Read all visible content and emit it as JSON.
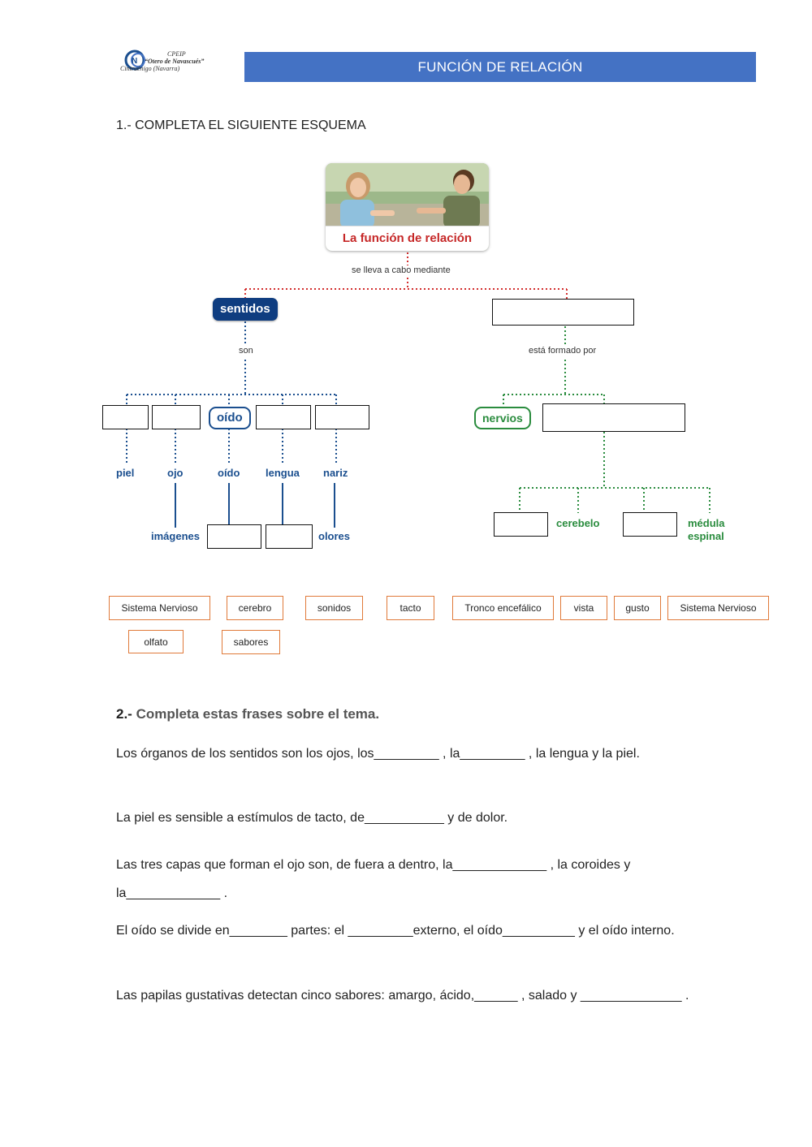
{
  "header": {
    "school_line1": "CPEIP",
    "school_line2": "“Otero de Navascués”",
    "school_line3": "Cintruénigo (Navarra)",
    "title": "FUNCIÓN DE RELACIÓN"
  },
  "section1": {
    "title": "1.- COMPLETA EL SIGUIENTE ESQUEMA",
    "diagram": {
      "root": "La función de relación",
      "root_connector": "se lleva a cabo mediante",
      "left_node": "sentidos",
      "left_connector": "son",
      "left_child_filled": "oído",
      "left_leaves": [
        "piel",
        "ojo",
        "oído",
        "lengua",
        "nariz"
      ],
      "left_results": [
        "imágenes",
        "olores"
      ],
      "right_connector": "está formado por",
      "right_child_filled": "nervios",
      "right_leaves": [
        "cerebelo",
        "médula espinal"
      ]
    },
    "word_bank": [
      "Sistema Nervioso",
      "cerebro",
      "sonidos",
      "tacto",
      "Tronco encefálico",
      "vista",
      "gusto",
      "Sistema Nervioso",
      "olfato",
      "sabores"
    ]
  },
  "section2": {
    "number": "2.-",
    "title": "Completa estas frases sobre el tema.",
    "sentences": [
      "Los órganos de los sentidos son los ojos, los_________ , la_________ , la   lengua y la piel.",
      "La piel es sensible a estímulos de tacto, de___________  y de dolor.",
      "Las tres capas que forman el ojo son, de fuera a dentro, la_____________ , la coroides y la_____________ .",
      "El oído se divide en________  partes: el  _________externo, el oído__________  y el oído interno.",
      "Las papilas gustativas detectan cinco sabores: amargo, ácido,______ , salado y ______________ ."
    ]
  },
  "colors": {
    "header_bar": "#4472c4",
    "root_red": "#c62828",
    "sentidos_blue": "#0f3d80",
    "nervous_green": "#2a8c3e",
    "word_border": "#e07a3a"
  }
}
